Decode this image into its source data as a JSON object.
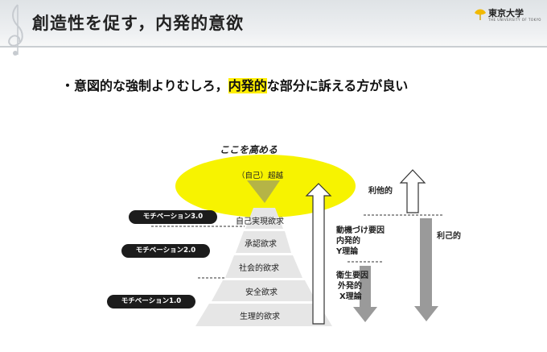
{
  "slide": {
    "title": "創造性を促す，内発的意欲",
    "university": {
      "name": "東京大学",
      "subtitle": "THE UNIVERSITY OF TOKYO"
    },
    "bullet": {
      "prefix": "・意図的な強制よりむしろ，",
      "highlight": "内発的",
      "suffix": "な部分に訴える方が良い"
    },
    "colors": {
      "highlight": "#ffee00",
      "ellipse": "#f7f300",
      "pyramid": "#e6e6e6",
      "badge": "#1c1c1c"
    }
  },
  "diagram": {
    "ellipse_label": "ここを高める",
    "top_label": "（自己）超越",
    "levels": [
      "自己実現欲求",
      "承認欲求",
      "社会的欲求",
      "安全欲求",
      "生理的欲求"
    ],
    "badges": [
      "モチベーション3.0",
      "モチベーション2.0",
      "モチベーション1.0"
    ],
    "motivator_text": [
      "動機づけ要因",
      "内発的",
      "Y理論"
    ],
    "hygiene_text": [
      "衛生要因",
      "外発的",
      "X理論"
    ],
    "altruistic": "利他的",
    "selfish": "利己的"
  }
}
